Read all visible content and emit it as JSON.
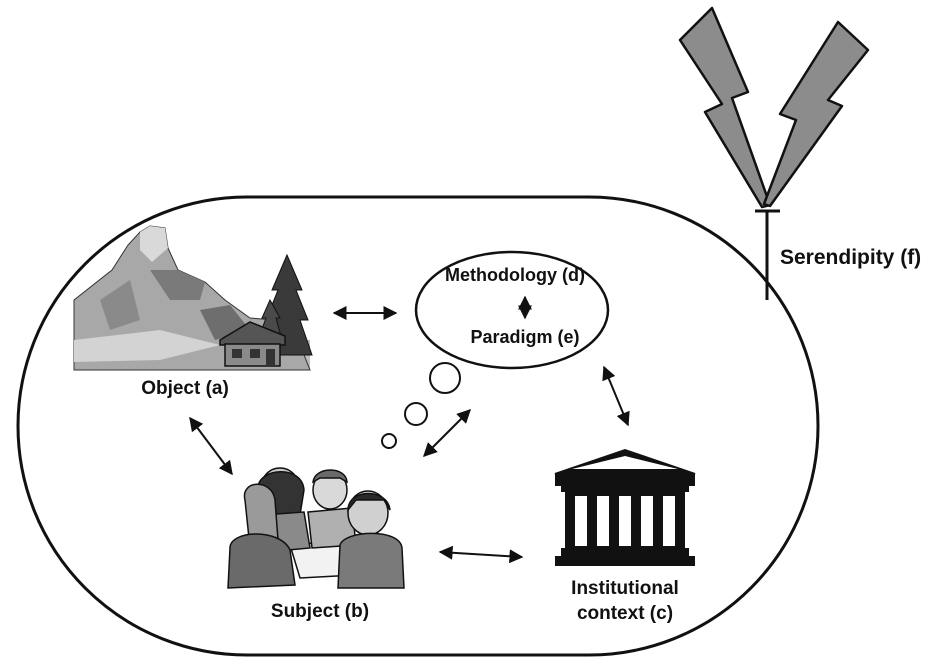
{
  "diagram": {
    "labels": {
      "object": "Object (a)",
      "subject": "Subject (b)",
      "institution_line1": "Institutional",
      "institution_line2": "context (c)",
      "methodology": "Methodology (d)",
      "paradigm": "Paradigm (e)",
      "serendipity": "Serendipity (f)"
    },
    "icons": {
      "object": "mountain-landscape-icon",
      "subject": "group-of-people-icon",
      "institution": "classical-building-icon",
      "serendipity": "lightning-antenna-icon",
      "thought": "thought-bubble-icon"
    },
    "colors": {
      "stroke": "#111111",
      "grey_dark": "#555555",
      "grey_mid": "#8c8c8c",
      "grey_light": "#c8c8c8"
    }
  }
}
